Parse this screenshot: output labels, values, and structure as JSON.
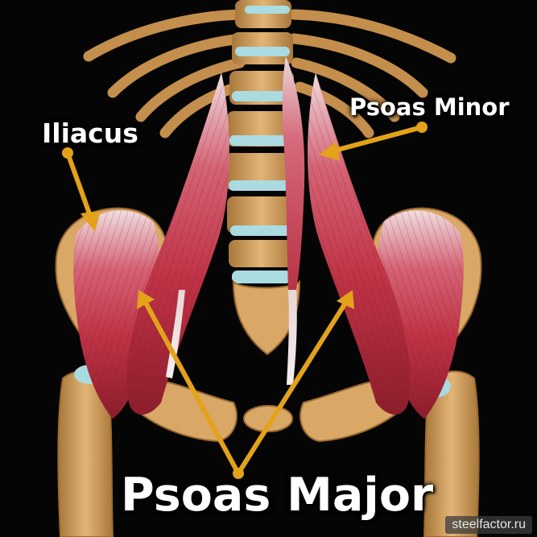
{
  "labels": {
    "iliacus": "Iliacus",
    "psoas_minor": "Psoas Minor",
    "psoas_major": "Psoas Major"
  },
  "watermark": "steelfactor.ru",
  "colors": {
    "background": "#050505",
    "bone": "#d9a866",
    "cartilage": "#a8dbe0",
    "muscle": "#c0394c",
    "arrow": "#e3a21a",
    "label_text": "#ffffff"
  }
}
